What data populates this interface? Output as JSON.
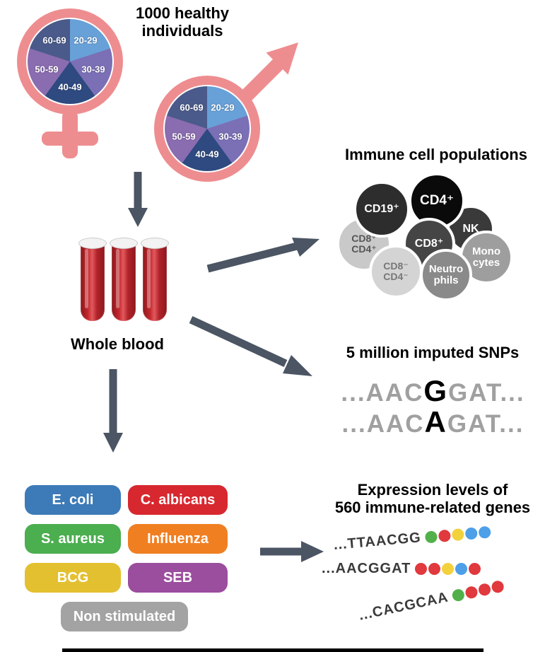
{
  "header": {
    "title": "1000 healthy\nindividuals"
  },
  "pie": {
    "segments": [
      {
        "label": "20-29",
        "color": "#68a0d8"
      },
      {
        "label": "30-39",
        "color": "#7b6fb6"
      },
      {
        "label": "40-49",
        "color": "#2e4a80"
      },
      {
        "label": "50-59",
        "color": "#8a6cb0"
      },
      {
        "label": "60-69",
        "color": "#4a5a8a"
      }
    ]
  },
  "blood": {
    "label": "Whole blood"
  },
  "immune": {
    "title": "Immune cell populations",
    "cells": [
      {
        "id": "cd8pos-cd4pos",
        "label": "CD8⁺\nCD4⁺",
        "bg": "#c9c9c9",
        "fg": "#555555"
      },
      {
        "id": "cd19",
        "label": "CD19⁺",
        "bg": "#2d2d2d",
        "fg": "#ffffff"
      },
      {
        "id": "cd4",
        "label": "CD4⁺",
        "bg": "#0a0a0a",
        "fg": "#ffffff"
      },
      {
        "id": "nk",
        "label": "NK",
        "bg": "#3a3a3a",
        "fg": "#ffffff"
      },
      {
        "id": "cd8",
        "label": "CD8⁺",
        "bg": "#454545",
        "fg": "#ffffff"
      },
      {
        "id": "monocytes",
        "label": "Mono\ncytes",
        "bg": "#9e9e9e",
        "fg": "#ffffff"
      },
      {
        "id": "neutrophils",
        "label": "Neutro\nphils",
        "bg": "#8a8a8a",
        "fg": "#ffffff"
      },
      {
        "id": "cd8neg-cd4neg",
        "label": "CD8⁻\nCD4⁻",
        "bg": "#d4d4d4",
        "fg": "#777777"
      }
    ]
  },
  "snps": {
    "title": "5 million imputed SNPs",
    "sequences": [
      {
        "prefix": "...AAC",
        "variant": "G",
        "suffix": "GAT..."
      },
      {
        "prefix": "...AAC",
        "variant": "A",
        "suffix": "GAT..."
      }
    ]
  },
  "stimuli": {
    "items": [
      {
        "label": "E. coli",
        "color": "#3d7ab8"
      },
      {
        "label": "C. albicans",
        "color": "#d7282f"
      },
      {
        "label": "S. aureus",
        "color": "#4bae4f"
      },
      {
        "label": "Influenza",
        "color": "#f07f22"
      },
      {
        "label": "BCG",
        "color": "#e3c030"
      },
      {
        "label": "SEB",
        "color": "#9b4d9e"
      },
      {
        "label": "Non stimulated",
        "color": "#a3a3a3"
      }
    ]
  },
  "expression": {
    "title": "Expression levels of\n560 immune-related genes",
    "rows": [
      {
        "seq": "...TTAACGG",
        "dots": [
          "#52b04a",
          "#e0393e",
          "#f2d13d",
          "#4d9fe8",
          "#4d9fe8"
        ]
      },
      {
        "seq": "...AACGGAT",
        "dots": [
          "#e0393e",
          "#e0393e",
          "#f2d13d",
          "#4d9fe8",
          "#e0393e"
        ]
      },
      {
        "seq": "...CACGCAA",
        "dots": [
          "#52b04a",
          "#e0393e",
          "#e0393e",
          "#e0393e"
        ]
      }
    ]
  },
  "colors": {
    "gender_pink": "#ee8d90",
    "arrow": "#4b5563",
    "blood_red": "#b01f24"
  }
}
